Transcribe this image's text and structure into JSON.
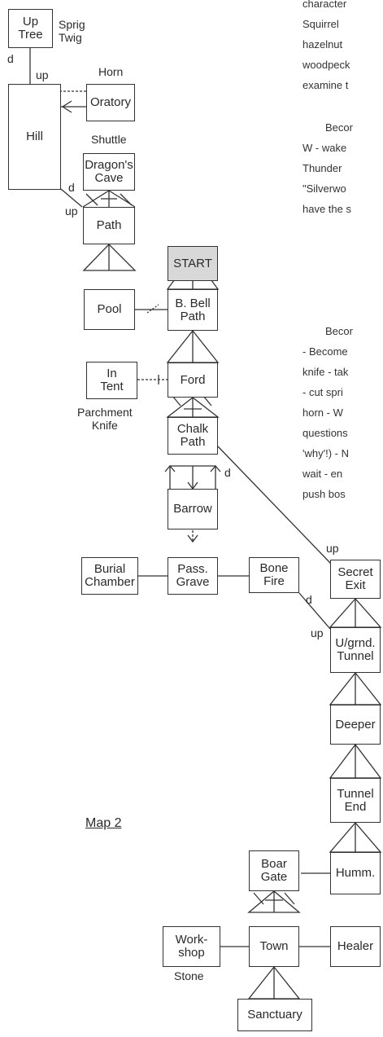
{
  "rooms": {
    "up_tree": "Up\nTree",
    "hill": "Hill",
    "oratory": "Oratory",
    "dragons_cave": "Dragon's\nCave",
    "path": "Path",
    "start": "START",
    "pool": "Pool",
    "bell_path": "B. Bell\nPath",
    "in_tent": "In\nTent",
    "ford": "Ford",
    "chalk_path": "Chalk\nPath",
    "barrow": "Barrow",
    "burial_chamber": "Burial\nChamber",
    "pass_grave": "Pass.\nGrave",
    "bone_fire": "Bone\nFire",
    "secret_exit": "Secret\nExit",
    "ugrnd_tunnel": "U/grnd.\nTunnel",
    "deeper": "Deeper",
    "tunnel_end": "Tunnel\nEnd",
    "humm": "Humm.",
    "boar_gate": "Boar\nGate",
    "town": "Town",
    "workshop": "Work-\nshop",
    "healer": "Healer",
    "sanctuary": "Sanctuary"
  },
  "items": {
    "sprig_twig": "Sprig\nTwig",
    "horn": "Horn",
    "shuttle": "Shuttle",
    "parchment_knife": "Parchment\nKnife",
    "stone": "Stone"
  },
  "directions": {
    "d_uptree": "d",
    "up_hill": "up",
    "d_hill": "d",
    "up_path": "up",
    "d_chalk": "d",
    "up_secret": "up",
    "d_bone": "d",
    "up_tunnel": "up"
  },
  "caption": "Map 2",
  "text_fragments": [
    "character",
    "Squirrel",
    "hazelnut",
    "woodpeck",
    "examine t",
    "Becor",
    "W - wake",
    "Thunder",
    "\"Silverwo",
    "have the s",
    "Becor",
    "- Become",
    "knife - tak",
    "- cut spri",
    "horn - W",
    "questions",
    "'why'!) - N",
    "wait - en",
    "push bos"
  ]
}
